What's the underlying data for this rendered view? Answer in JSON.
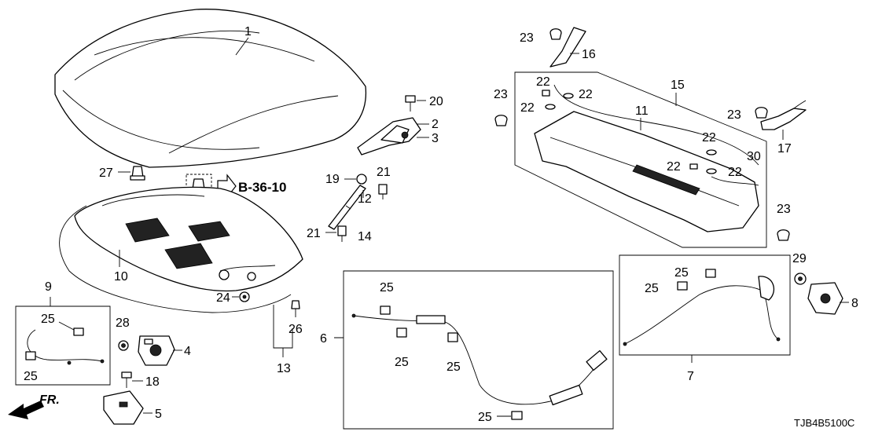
{
  "diagram": {
    "reference_label": "B-36-10",
    "front_label": "FR.",
    "diagram_code": "TJB4B5100C",
    "callouts": {
      "c1": "1",
      "c2": "2",
      "c3": "3",
      "c4": "4",
      "c5": "5",
      "c6": "6",
      "c7": "7",
      "c8": "8",
      "c9": "9",
      "c10": "10",
      "c11": "11",
      "c12": "12",
      "c13": "13",
      "c14": "14",
      "c15": "15",
      "c16": "16",
      "c17": "17",
      "c18": "18",
      "c19": "19",
      "c20": "20",
      "c21a": "21",
      "c21b": "21",
      "c22a": "22",
      "c22b": "22",
      "c22c": "22",
      "c22d": "22",
      "c22e": "22",
      "c22f": "22",
      "c23a": "23",
      "c23b": "23",
      "c23c": "23",
      "c23d": "23",
      "c24": "24",
      "c25a": "25",
      "c25b": "25",
      "c25c": "25",
      "c25d": "25",
      "c25e": "25",
      "c25f": "25",
      "c25g": "25",
      "c25h": "25",
      "c26": "26",
      "c27": "27",
      "c28": "28",
      "c29": "29",
      "c30": "30"
    }
  }
}
